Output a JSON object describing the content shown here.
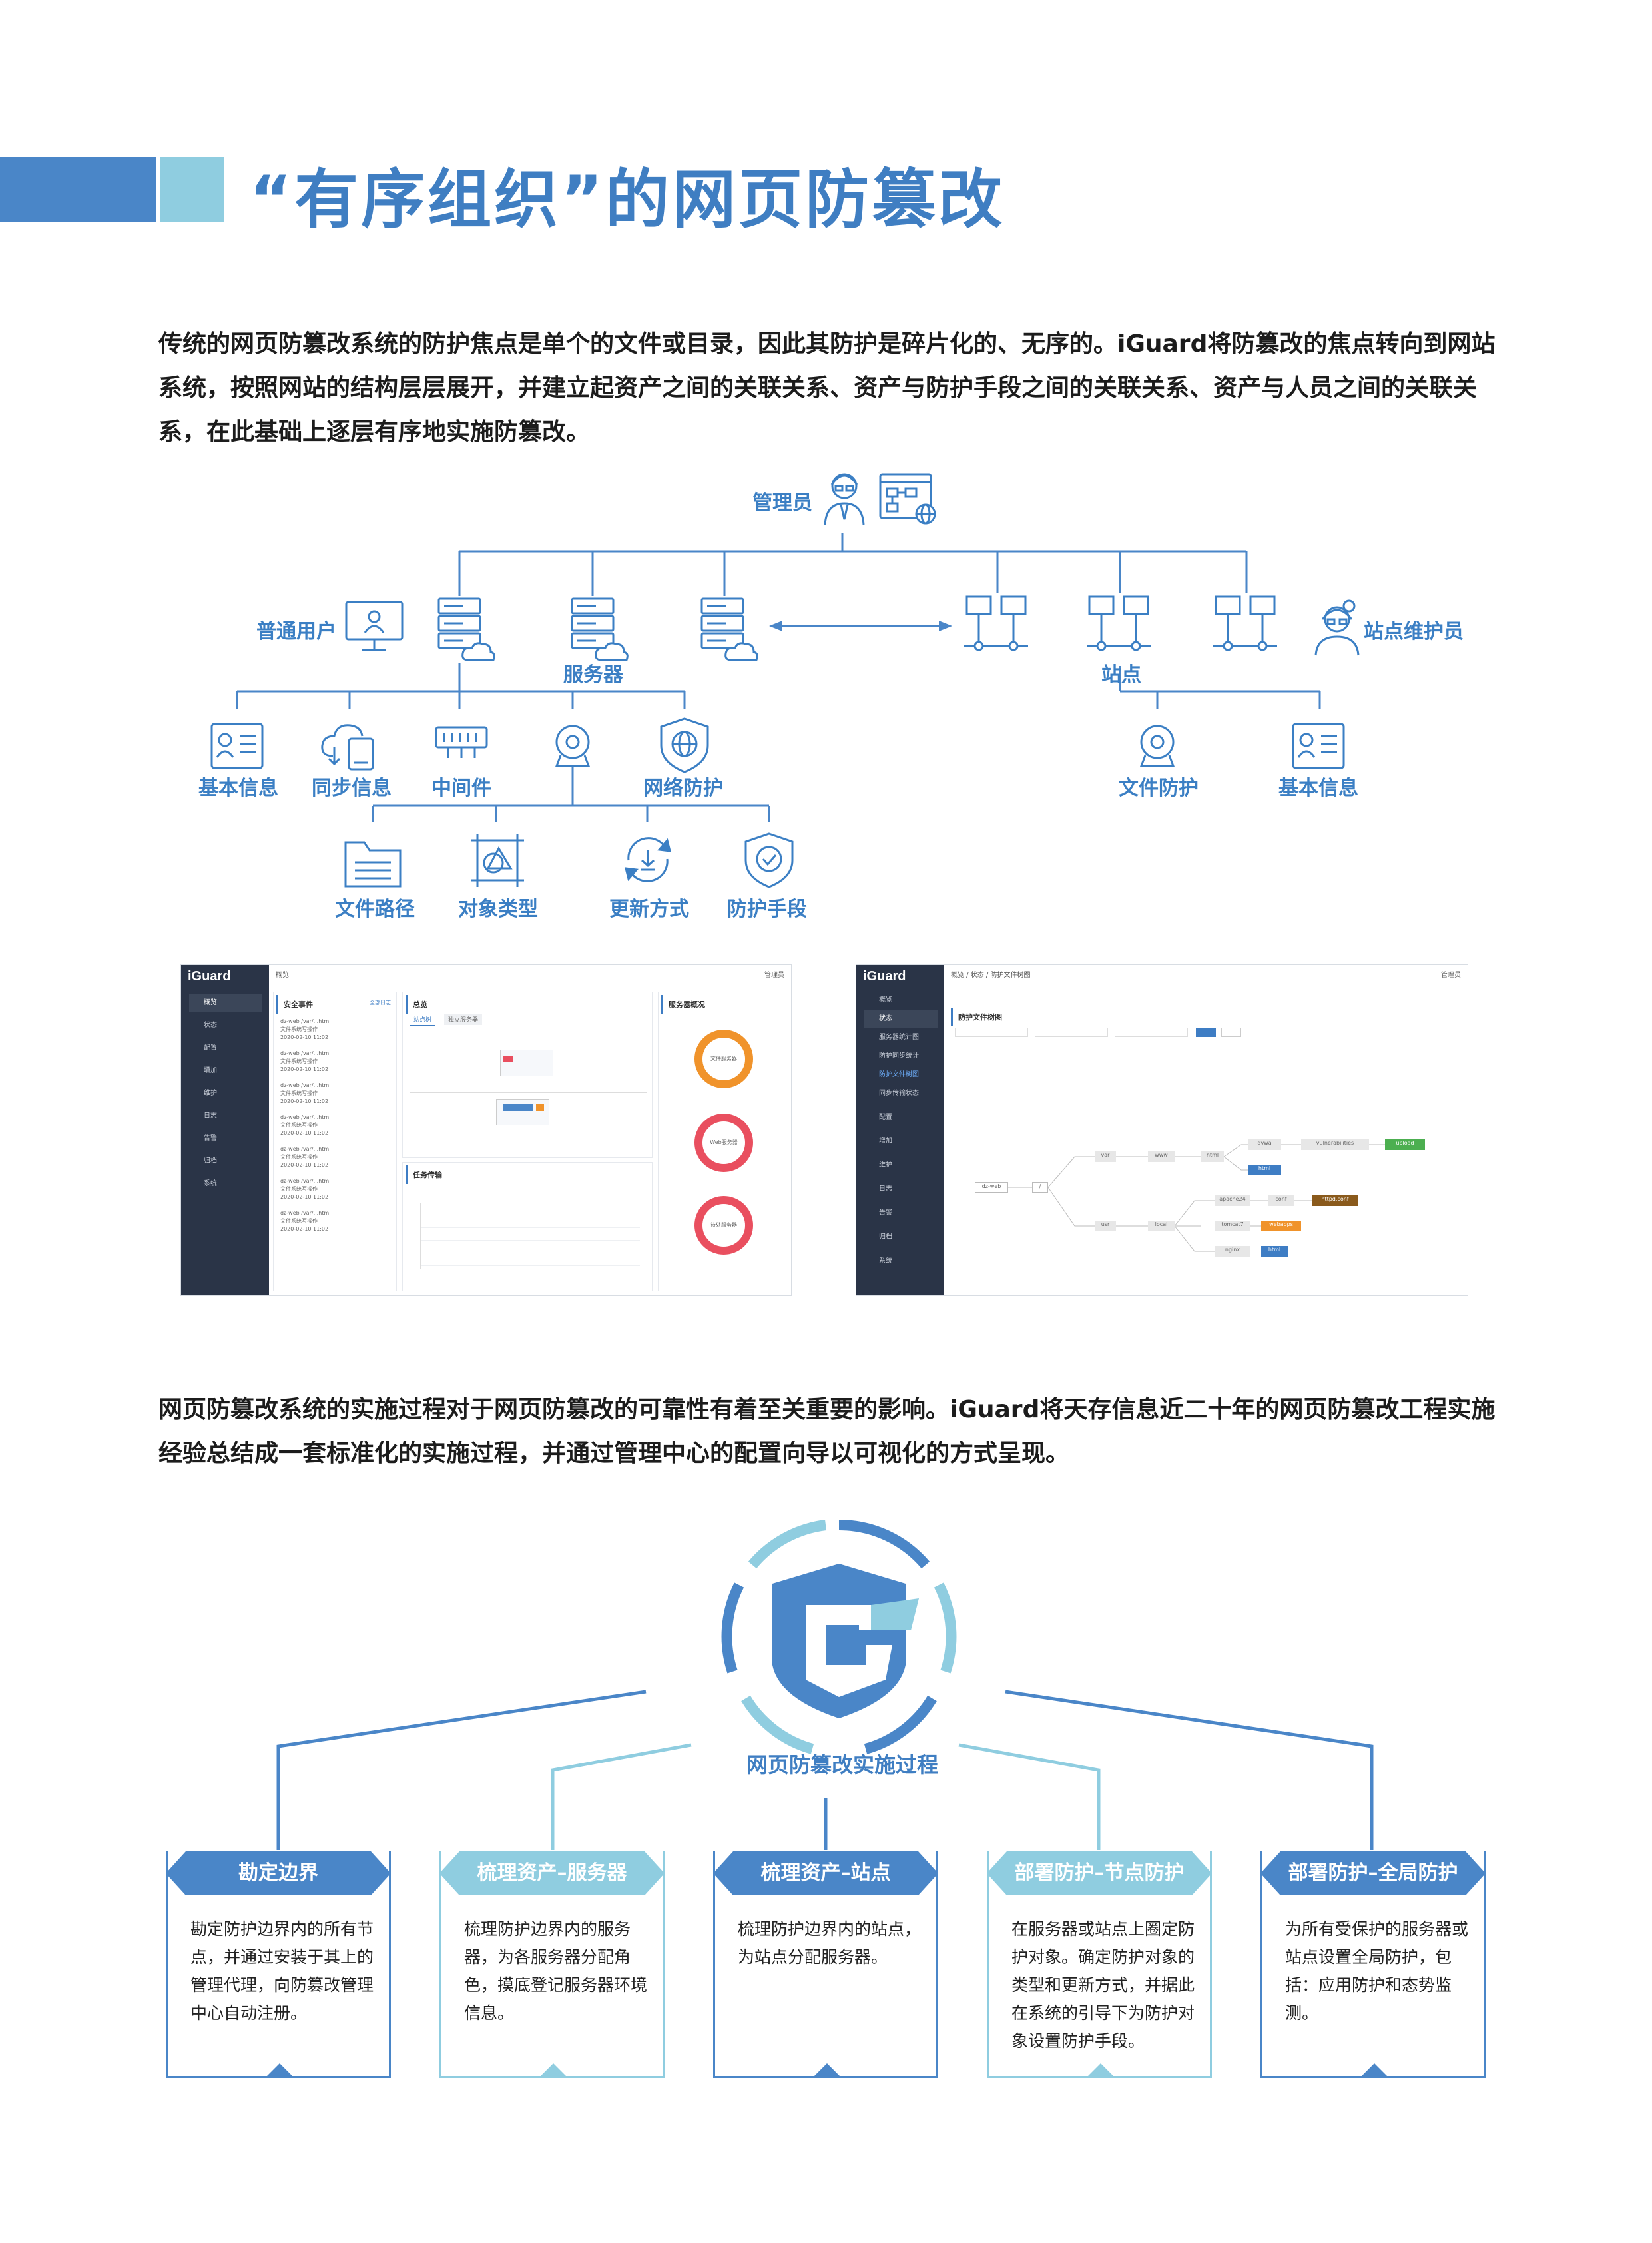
{
  "header": {
    "title": "“有序组织”的网页防篡改"
  },
  "intro": {
    "text": "传统的网页防篡改系统的防护焦点是单个的文件或目录，因此其防护是碎片化的、无序的。iGuard将防篡改的焦点转向到网站系统，按照网站的结构层层展开，并建立起资产之间的关联关系、资产与防护手段之间的关联关系、资产与人员之间的关联关系，在此基础上逐层有序地实施防篡改。"
  },
  "tree": {
    "admin": "管理员",
    "normal_user": "普通用户",
    "server": "服务器",
    "site": "站点",
    "site_maintainer": "站点维护员",
    "basic_info": "基本信息",
    "sync_info": "同步信息",
    "middleware": "中间件",
    "network_protect": "网络防护",
    "file_protect": "文件防护",
    "basic_info_2": "基本信息",
    "file_path": "文件路径",
    "object_type": "对象类型",
    "update_method": "更新方式",
    "protect_method": "防护手段"
  },
  "screenshot1": {
    "logo": "iGuard",
    "breadcrumb": "概览",
    "user": "管理员",
    "nav": [
      "概览",
      "状态",
      "配置",
      "增加",
      "维护",
      "日志",
      "告警",
      "归档",
      "系统"
    ],
    "panel_events": "安全事件",
    "panel_overview": "总览",
    "panel_service": "服务器概况",
    "panel_tasks": "任务传输",
    "view_all": "全部日志",
    "tabs": [
      "站点树",
      "独立服务器"
    ],
    "events": [
      {
        "site": "dz-web /var/...html",
        "desc": "文件系统写操作",
        "time": "2020-02-10 11:02"
      },
      {
        "site": "dz-web /var/...html",
        "desc": "文件系统写操作",
        "time": "2020-02-10 11:02"
      },
      {
        "site": "dz-web /var/...html",
        "desc": "文件系统写操作",
        "time": "2020-02-10 11:02"
      },
      {
        "site": "dz-web /var/...html",
        "desc": "文件系统写操作",
        "time": "2020-02-10 11:02"
      },
      {
        "site": "dz-web /var/...html",
        "desc": "文件系统写操作",
        "time": "2020-02-10 11:02"
      },
      {
        "site": "dz-web /var/...html",
        "desc": "文件系统写操作",
        "time": "2020-02-10 11:02"
      },
      {
        "site": "dz-web /var/...html",
        "desc": "文件系统写操作",
        "time": "2020-02-10 11:02"
      }
    ],
    "rings": [
      {
        "label": "文件服务器",
        "color": "#f0932b"
      },
      {
        "label": "Web服务器",
        "color": "#e94f5f"
      },
      {
        "label": "待处服务器",
        "color": "#e94f5f"
      }
    ]
  },
  "screenshot2": {
    "logo": "iGuard",
    "breadcrumb": "概览 / 状态 / 防护文件树图",
    "user": "管理员",
    "panel_title": "防护文件树图",
    "nav": [
      "概览",
      "状态",
      "服务器统计图",
      "防护同步统计",
      "防护文件树图",
      "同步传输状态",
      "配置",
      "增加",
      "维护",
      "日志",
      "告警",
      "归档",
      "系统"
    ],
    "root": "dz-web",
    "slash": "/",
    "nodes_l2": [
      "var",
      "usr"
    ],
    "nodes_l3": [
      "www",
      "local"
    ],
    "nodes_l4": [
      "html",
      "apache24",
      "tomcat7",
      "nginx"
    ],
    "nodes_l5": [
      "dvwa",
      "html",
      "conf",
      "webapps",
      "html"
    ],
    "nodes_l6": [
      "vulnerabilities",
      "httpd.conf"
    ],
    "nodes_l7": [
      "upload"
    ]
  },
  "second": {
    "text": "网页防篡改系统的实施过程对于网页防篡改的可靠性有着至关重要的影响。iGuard将天存信息近二十年的网页防篡改工程实施经验总结成一套标准化的实施过程，并通过管理中心的配置向导以可视化的方式呈现。"
  },
  "process": {
    "title": "网页防篡改实施过程",
    "colors": {
      "dark": "#4a86c8",
      "light": "#8fcde0"
    },
    "steps": [
      {
        "title": "勘定边界",
        "desc": "勘定防护边界内的所有节点，并通过安装于其上的管理代理，向防篡改管理中心自动注册。"
      },
      {
        "title": "梳理资产–服务器",
        "desc": "梳理防护边界内的服务器，为各服务器分配角色，摸底登记服务器环境信息。"
      },
      {
        "title": "梳理资产–站点",
        "desc": "梳理防护边界内的站点，为站点分配服务器。"
      },
      {
        "title": "部署防护–节点防护",
        "desc": "在服务器或站点上圈定防护对象。确定防护对象的类型和更新方式，并据此在系统的引导下为防护对象设置防护手段。"
      },
      {
        "title": "部署防护–全局防护",
        "desc": "为所有受保护的服务器或站点设置全局防护，包括：应用防护和态势监测。"
      }
    ]
  }
}
